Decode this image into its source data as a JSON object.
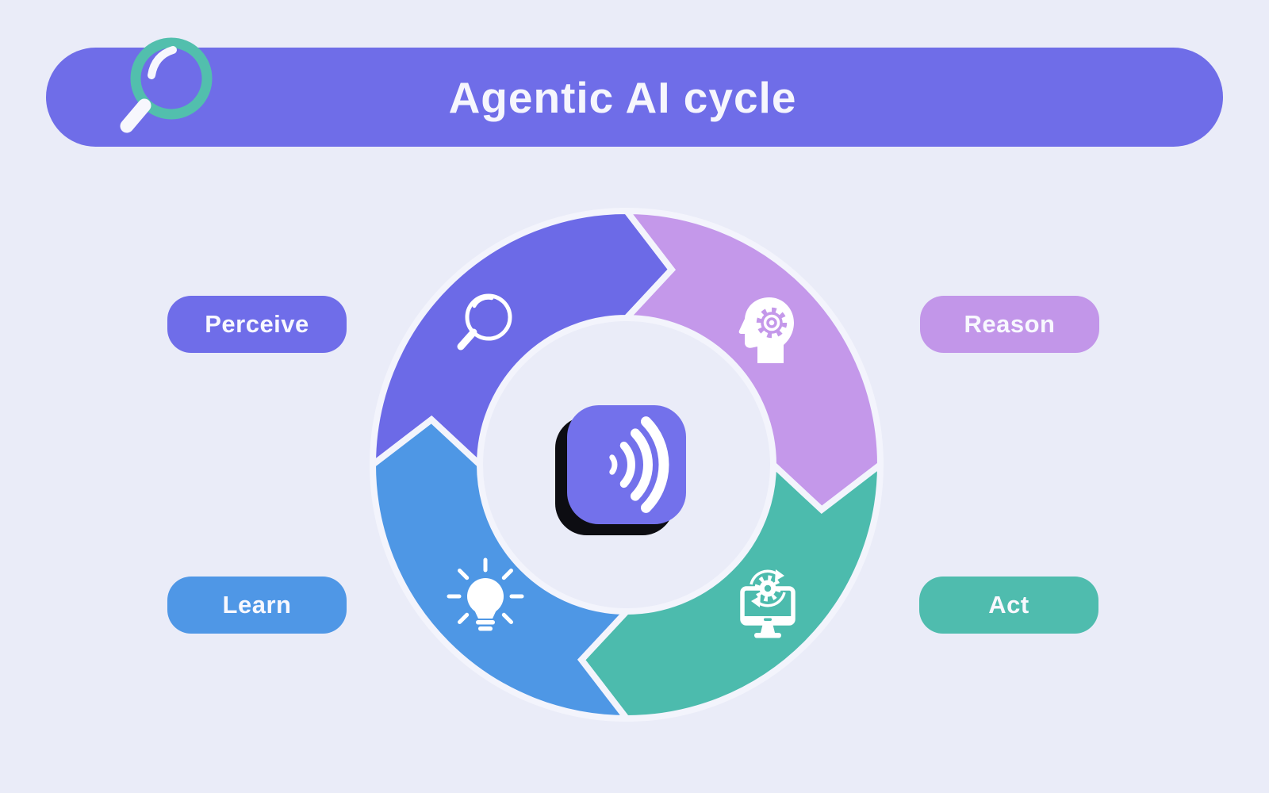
{
  "title": "Agentic AI cycle",
  "background_color": "#EAECF8",
  "banner": {
    "color": "#6F6DE8",
    "logo_icon": "magnifying-glass",
    "logo_ring_color": "#52BFAD"
  },
  "center_logo": {
    "icon": "soundwave-arcs",
    "color": "#7371EB",
    "shadow_color": "#0D0D12",
    "wave_color": "#FFFFFF"
  },
  "cycle": {
    "direction": "clockwise",
    "gap_color": "#F3F4FC",
    "steps": [
      {
        "label": "Perceive",
        "color": "#6C6AE7",
        "pill_color": "#6F6DE9",
        "icon": "magnifying-glass",
        "position": "top-left"
      },
      {
        "label": "Reason",
        "color": "#C498EA",
        "pill_color": "#C296E9",
        "icon": "head-with-gear",
        "position": "top-right"
      },
      {
        "label": "Act",
        "color": "#4CBBAD",
        "pill_color": "#4FBCAE",
        "icon": "monitor-with-gear-refresh",
        "position": "bottom-right"
      },
      {
        "label": "Learn",
        "color": "#4E97E5",
        "pill_color": "#4F97E6",
        "icon": "lightbulb",
        "position": "bottom-left"
      }
    ]
  }
}
